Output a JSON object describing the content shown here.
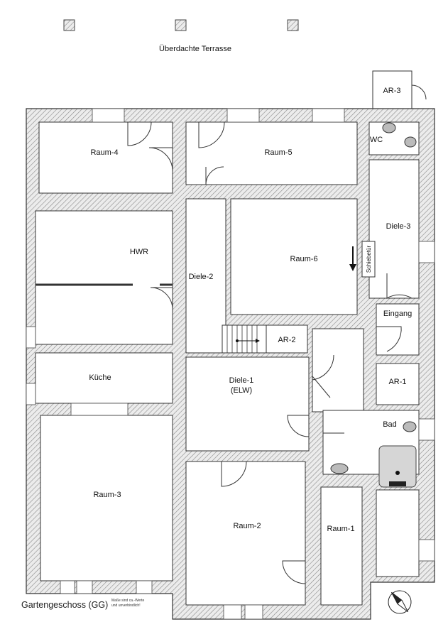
{
  "title": "Überdachte Terrasse",
  "floor_name": "Gartengeschoss (GG)",
  "note_line1": "Maße sind ca.-Werte",
  "note_line2": "und unverbindlich!",
  "rooms": {
    "ar3": "AR-3",
    "raum4": "Raum-4",
    "raum5": "Raum-5",
    "wc": "WC",
    "diele3": "Diele-3",
    "hwr": "HWR",
    "diele2": "Diele-2",
    "raum6": "Raum-6",
    "schiebetuer": "Schiebetür",
    "eingang": "Eingang",
    "ar2": "AR-2",
    "kueche": "Küche",
    "diele1": "Diele-1",
    "diele1_sub": "(ELW)",
    "ar1": "AR-1",
    "bad": "Bad",
    "raum3": "Raum-3",
    "raum2": "Raum-2",
    "raum1": "Raum-1"
  },
  "colors": {
    "wall_hatch": "#8a8a8a",
    "wall_bg": "#e6e6e6",
    "line": "#333333"
  }
}
